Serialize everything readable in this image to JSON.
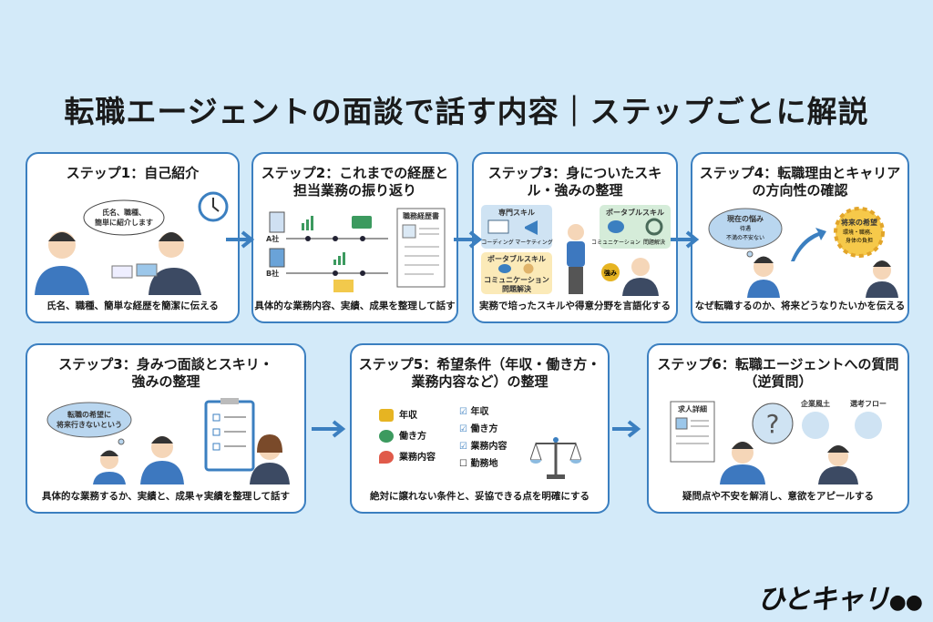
{
  "title": "転職エージェントの面談で話す内容｜ステップごとに解説",
  "accent": "#3b7fc0",
  "steps": [
    {
      "title": "ステップ1：自己紹介",
      "bubble": "氏名、職種、簡単に紹介します",
      "caption": "氏名、職種、簡単な経歴を簡潔に伝える",
      "icons": [
        "clock-icon",
        "business-card-icon"
      ]
    },
    {
      "title": "ステップ2：これまでの経歴と担当業務の振り返り",
      "companies": [
        "A社",
        "B社"
      ],
      "document": "職務経歴書",
      "caption": "具体的な業務内容、実績、成果を整理して話す"
    },
    {
      "title": "ステップ3：身についたスキル・強みの整理",
      "panels": [
        {
          "label": "専門スキル",
          "items": [
            "コーディング",
            "マーケティング"
          ]
        },
        {
          "label": "ポータブルスキル",
          "items": [
            "コミュニケーション",
            "問題解決"
          ]
        },
        {
          "label": "ポータブルスキル",
          "items": [
            "コミュニケーション",
            "問題解決"
          ]
        }
      ],
      "badge": "強み",
      "caption": "実務で培ったスキルや得意分野を言語化する"
    },
    {
      "title": "ステップ4：転職理由とキャリアの方向性の確認",
      "thought": [
        "現在の悩み",
        "待遇",
        "不満の不安ない"
      ],
      "sun": [
        "将来の希望",
        "環境・職務、",
        "身体の負担"
      ],
      "caption": "なぜ転職するのか、将来どうなりたいかを伝える"
    },
    {
      "title": "ステップ3：身みつ面談とスキリ・強みの整理",
      "thought": [
        "転職の希望に",
        "将来行きないという"
      ],
      "caption": "具体的な業務するか、実績と、成果ャ実績を整理して話す"
    },
    {
      "title": "ステップ5：希望条件（年収・働き方・業務内容など）の整理",
      "left": [
        "年収",
        "働き方",
        "業務内容"
      ],
      "checks": [
        {
          "label": "年収",
          "checked": true
        },
        {
          "label": "働き方",
          "checked": true
        },
        {
          "label": "業務内容",
          "checked": true
        },
        {
          "label": "勤務地",
          "checked": false
        }
      ],
      "caption": "絶対に譲れない条件と、妥協できる点を明確にする"
    },
    {
      "title": "ステップ6：転職エージェントへの質問（逆質問）",
      "document": "求人詳細",
      "labels": [
        "企業風土",
        "選考フロー"
      ],
      "caption": "疑問点や不安を解消し、意欲をアピールする"
    }
  ],
  "logo": "ひとキャリ"
}
